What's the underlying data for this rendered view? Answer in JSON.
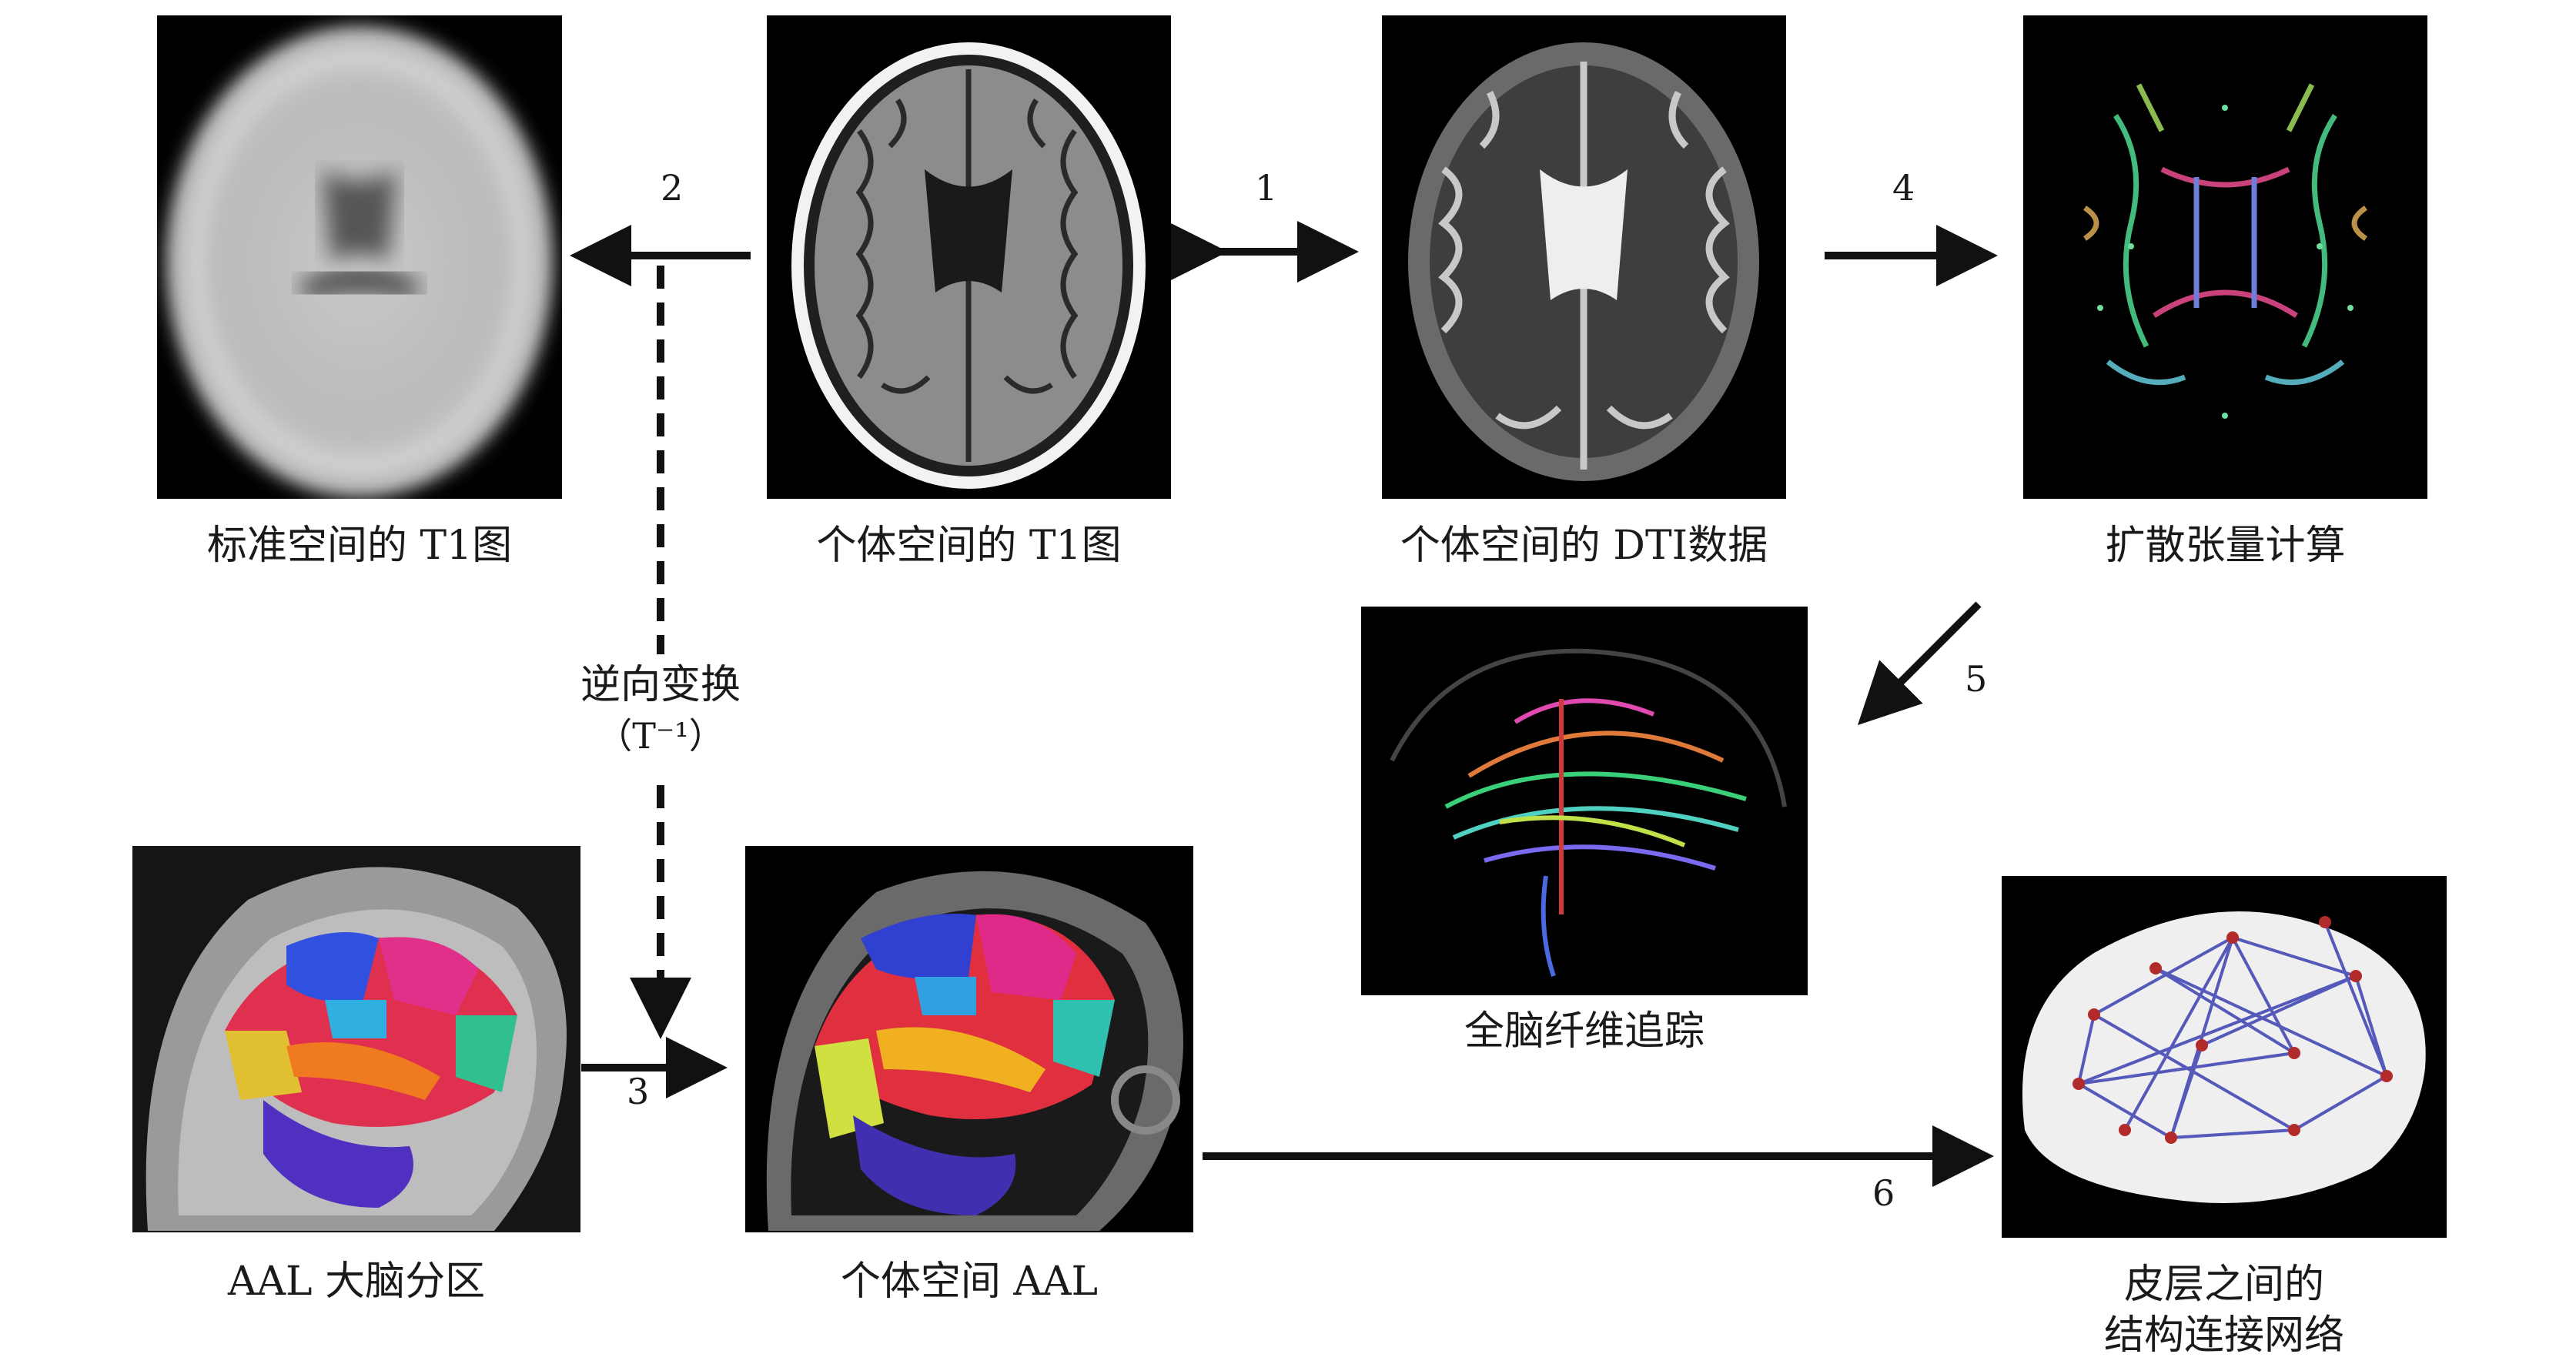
{
  "images": {
    "standard_t1": {
      "caption": "标准空间的 T1图"
    },
    "individual_t1": {
      "caption": "个体空间的 T1图"
    },
    "individual_dti": {
      "caption": "个体空间的 DTI数据"
    },
    "diffusion_tensor": {
      "caption": "扩散张量计算"
    },
    "fiber_tracking": {
      "caption": "全脑纤维追踪"
    },
    "aal_atlas": {
      "caption": "AAL 大脑分区"
    },
    "individual_aal": {
      "caption": "个体空间 AAL"
    },
    "network": {
      "caption_line1": "皮层之间的",
      "caption_line2": "结构连接网络"
    }
  },
  "steps": {
    "s1": "1",
    "s2": "2",
    "s3": "3",
    "s4": "4",
    "s5": "5",
    "s6": "6"
  },
  "inverse_transform": {
    "label": "逆向变换",
    "symbol": "（T⁻¹）"
  },
  "colors": {
    "arrow": "#111111",
    "panel_bg": "#000000",
    "network_edge": "#3b3fb0",
    "network_node": "#b22a2a"
  }
}
